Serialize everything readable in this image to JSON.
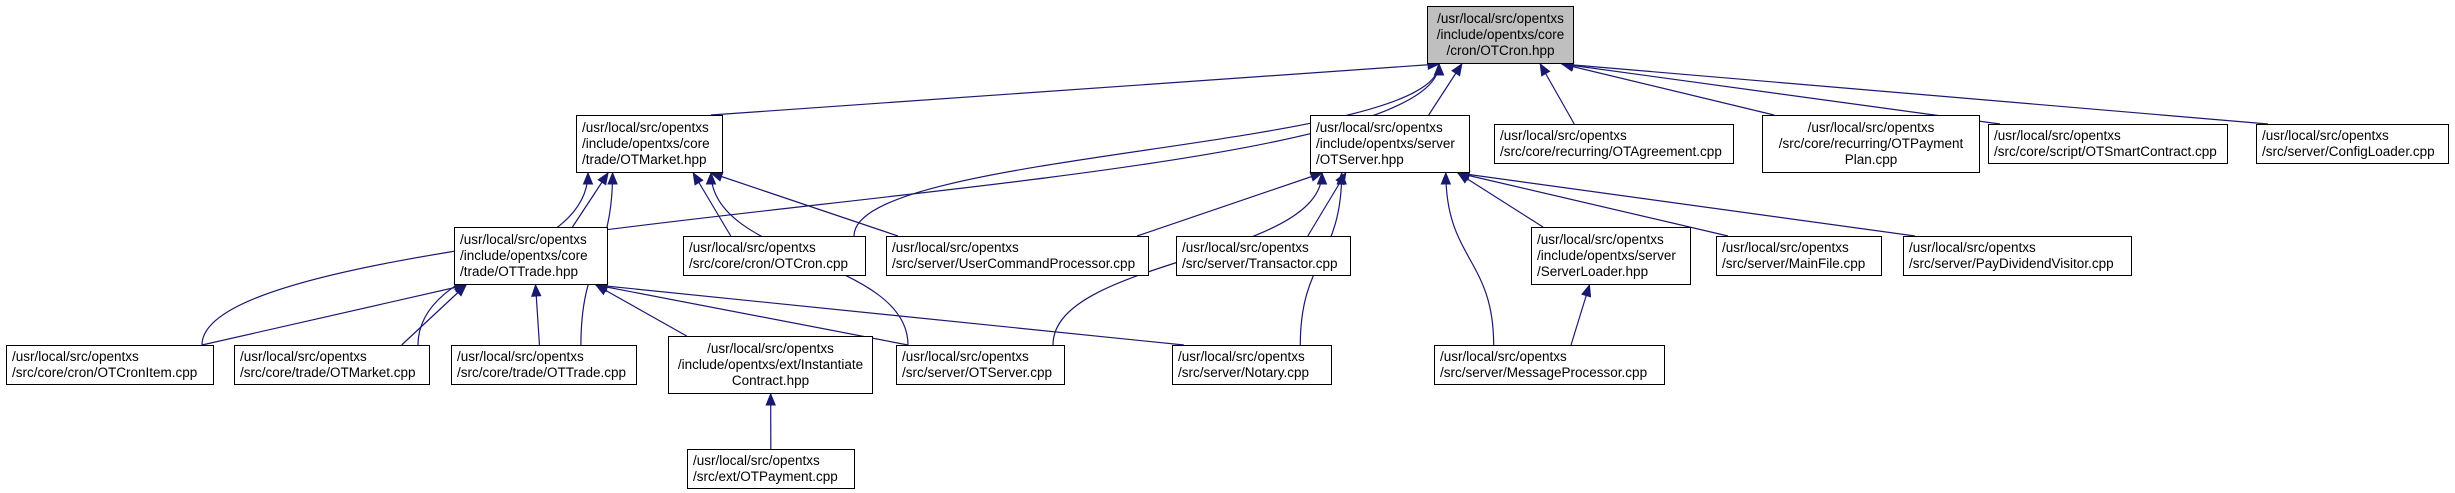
{
  "colors": {
    "edge": "#191970",
    "root_fill": "#bfbfbf",
    "node_fill": "#ffffff",
    "border": "#000000"
  },
  "nodes": {
    "otcron_hpp": {
      "lines": [
        "/usr/local/src/opentxs",
        "/include/opentxs/core",
        "/cron/OTCron.hpp"
      ]
    },
    "otmarket_hpp": {
      "lines": [
        "/usr/local/src/opentxs",
        "/include/opentxs/core",
        "/trade/OTMarket.hpp"
      ]
    },
    "otserver_hpp": {
      "lines": [
        "/usr/local/src/opentxs",
        "/include/opentxs/server",
        "/OTServer.hpp"
      ]
    },
    "otagreement_cpp": {
      "lines": [
        "/usr/local/src/opentxs",
        "/src/core/recurring/OTAgreement.cpp"
      ]
    },
    "otpaymentplan_cpp": {
      "lines": [
        "/usr/local/src/opentxs",
        "/src/core/recurring/OTPayment",
        "Plan.cpp"
      ]
    },
    "otsmartcontract_cpp": {
      "lines": [
        "/usr/local/src/opentxs",
        "/src/core/script/OTSmartContract.cpp"
      ]
    },
    "configloader_cpp": {
      "lines": [
        "/usr/local/src/opentxs",
        "/src/server/ConfigLoader.cpp"
      ]
    },
    "ottrade_hpp": {
      "lines": [
        "/usr/local/src/opentxs",
        "/include/opentxs/core",
        "/trade/OTTrade.hpp"
      ]
    },
    "otcron_cpp": {
      "lines": [
        "/usr/local/src/opentxs",
        "/src/core/cron/OTCron.cpp"
      ]
    },
    "usercommandprocessor_cpp": {
      "lines": [
        "/usr/local/src/opentxs",
        "/src/server/UserCommandProcessor.cpp"
      ]
    },
    "transactor_cpp": {
      "lines": [
        "/usr/local/src/opentxs",
        "/src/server/Transactor.cpp"
      ]
    },
    "serverloader_hpp": {
      "lines": [
        "/usr/local/src/opentxs",
        "/include/opentxs/server",
        "/ServerLoader.hpp"
      ]
    },
    "mainfile_cpp": {
      "lines": [
        "/usr/local/src/opentxs",
        "/src/server/MainFile.cpp"
      ]
    },
    "paydividendvisitor_cpp": {
      "lines": [
        "/usr/local/src/opentxs",
        "/src/server/PayDividendVisitor.cpp"
      ]
    },
    "otcronitem_cpp": {
      "lines": [
        "/usr/local/src/opentxs",
        "/src/core/cron/OTCronItem.cpp"
      ]
    },
    "otmarket_cpp": {
      "lines": [
        "/usr/local/src/opentxs",
        "/src/core/trade/OTMarket.cpp"
      ]
    },
    "ottrade_cpp": {
      "lines": [
        "/usr/local/src/opentxs",
        "/src/core/trade/OTTrade.cpp"
      ]
    },
    "instantiatecontract_hpp": {
      "lines": [
        "/usr/local/src/opentxs",
        "/include/opentxs/ext/Instantiate",
        "Contract.hpp"
      ]
    },
    "otserver_cpp": {
      "lines": [
        "/usr/local/src/opentxs",
        "/src/server/OTServer.cpp"
      ]
    },
    "notary_cpp": {
      "lines": [
        "/usr/local/src/opentxs",
        "/src/server/Notary.cpp"
      ]
    },
    "messageprocessor_cpp": {
      "lines": [
        "/usr/local/src/opentxs",
        "/src/server/MessageProcessor.cpp"
      ]
    },
    "otpayment_cpp": {
      "lines": [
        "/usr/local/src/opentxs",
        "/src/ext/OTPayment.cpp"
      ]
    }
  },
  "edges": [
    [
      "otmarket_hpp",
      "otcron_hpp"
    ],
    [
      "otserver_hpp",
      "otcron_hpp"
    ],
    [
      "otagreement_cpp",
      "otcron_hpp"
    ],
    [
      "otpaymentplan_cpp",
      "otcron_hpp"
    ],
    [
      "otsmartcontract_cpp",
      "otcron_hpp"
    ],
    [
      "configloader_cpp",
      "otcron_hpp"
    ],
    [
      "otcron_cpp",
      "otcron_hpp"
    ],
    [
      "otcronitem_cpp",
      "otcron_hpp"
    ],
    [
      "ottrade_hpp",
      "otmarket_hpp"
    ],
    [
      "otcron_cpp",
      "otmarket_hpp"
    ],
    [
      "usercommandprocessor_cpp",
      "otmarket_hpp"
    ],
    [
      "otmarket_cpp",
      "otmarket_hpp"
    ],
    [
      "ottrade_cpp",
      "otmarket_hpp"
    ],
    [
      "otserver_cpp",
      "otmarket_hpp"
    ],
    [
      "usercommandprocessor_cpp",
      "otserver_hpp"
    ],
    [
      "transactor_cpp",
      "otserver_hpp"
    ],
    [
      "serverloader_hpp",
      "otserver_hpp"
    ],
    [
      "mainfile_cpp",
      "otserver_hpp"
    ],
    [
      "paydividendvisitor_cpp",
      "otserver_hpp"
    ],
    [
      "otserver_cpp",
      "otserver_hpp"
    ],
    [
      "notary_cpp",
      "otserver_hpp"
    ],
    [
      "messageprocessor_cpp",
      "otserver_hpp"
    ],
    [
      "otcronitem_cpp",
      "ottrade_hpp"
    ],
    [
      "otmarket_cpp",
      "ottrade_hpp"
    ],
    [
      "ottrade_cpp",
      "ottrade_hpp"
    ],
    [
      "instantiatecontract_hpp",
      "ottrade_hpp"
    ],
    [
      "otserver_cpp",
      "ottrade_hpp"
    ],
    [
      "notary_cpp",
      "ottrade_hpp"
    ],
    [
      "messageprocessor_cpp",
      "serverloader_hpp"
    ],
    [
      "otpayment_cpp",
      "instantiatecontract_hpp"
    ]
  ]
}
